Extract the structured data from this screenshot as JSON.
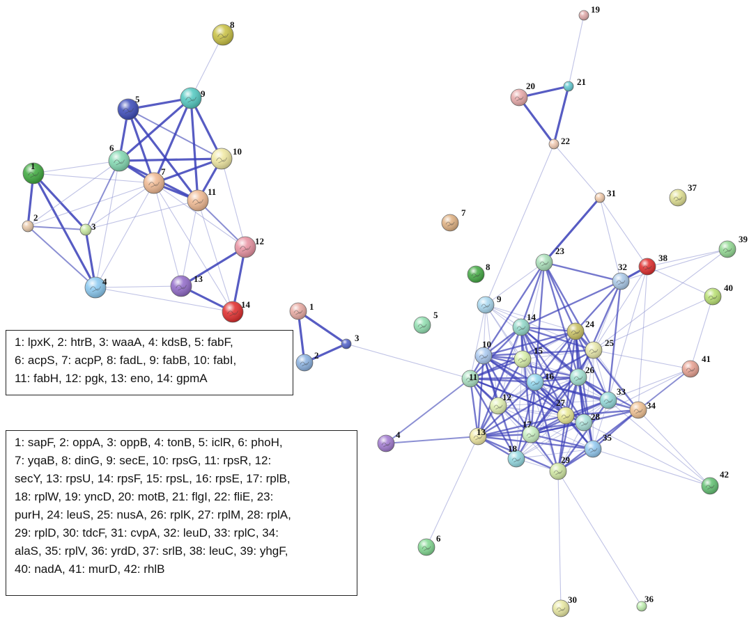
{
  "legend_a": {
    "lines": [
      "1: lpxK, 2: htrB, 3: waaA, 4: kdsB, 5: fabF,",
      "6: acpS, 7: acpP, 8: fadL, 9: fabB, 10: fabI,",
      "11: fabH, 12: pgk, 13: eno, 14: gpmA"
    ]
  },
  "legend_b": {
    "lines": [
      "1: sapF, 2: oppA, 3: oppB, 4: tonB, 5: iclR, 6: phoH,",
      "7: yqaB, 8: dinG, 9: secE, 10: rpsG, 11: rpsR, 12:",
      "secY, 13: rpsU, 14: rpsF, 15: rpsL, 16: rpsE, 17: rplB,",
      "18: rplW, 19: yncD, 20: motB, 21: flgI, 22: fliE, 23:",
      "purH, 24: leuS, 25: nusA, 26: rplK, 27: rplM, 28: rplA,",
      "29: rplD, 30: tdcF, 31: cvpA, 32: leuD, 33: rplC, 34:",
      "alaS,  35: rplV, 36: yrdD, 37: srlB, 38: leuC, 39: yhgF,",
      "40: nadA, 41: murD, 42: rhlB"
    ]
  },
  "network_a": {
    "nodes": [
      {
        "id": "1",
        "color": "#3aa83a"
      },
      {
        "id": "2",
        "color": "#e8c8a8"
      },
      {
        "id": "3",
        "color": "#c8e8a0"
      },
      {
        "id": "4",
        "color": "#88c8f0"
      },
      {
        "id": "5",
        "color": "#3848b8"
      },
      {
        "id": "6",
        "color": "#80d8b0"
      },
      {
        "id": "7",
        "color": "#f0b890"
      },
      {
        "id": "8",
        "color": "#c8c040"
      },
      {
        "id": "9",
        "color": "#50c8c0"
      },
      {
        "id": "10",
        "color": "#f0e8a0"
      },
      {
        "id": "11",
        "color": "#f0b890"
      },
      {
        "id": "12",
        "color": "#e890a0"
      },
      {
        "id": "13",
        "color": "#9068c8"
      },
      {
        "id": "14",
        "color": "#e02828"
      }
    ],
    "edges": [
      [
        "8",
        "9",
        "thin"
      ],
      [
        "5",
        "9",
        "strong"
      ],
      [
        "5",
        "6",
        "strong"
      ],
      [
        "5",
        "7",
        "strong"
      ],
      [
        "5",
        "11",
        "strong"
      ],
      [
        "5",
        "10",
        "medium"
      ],
      [
        "9",
        "6",
        "strong"
      ],
      [
        "9",
        "7",
        "strong"
      ],
      [
        "9",
        "10",
        "strong"
      ],
      [
        "9",
        "11",
        "strong"
      ],
      [
        "6",
        "7",
        "strong"
      ],
      [
        "6",
        "11",
        "strong"
      ],
      [
        "6",
        "10",
        "strong"
      ],
      [
        "7",
        "10",
        "strong"
      ],
      [
        "7",
        "11",
        "strong"
      ],
      [
        "10",
        "11",
        "strong"
      ],
      [
        "1",
        "2",
        "strong"
      ],
      [
        "1",
        "4",
        "strong"
      ],
      [
        "1",
        "3",
        "strong"
      ],
      [
        "1",
        "6",
        "thin"
      ],
      [
        "1",
        "7",
        "thin"
      ],
      [
        "2",
        "3",
        "medium"
      ],
      [
        "2",
        "4",
        "medium"
      ],
      [
        "2",
        "6",
        "thin"
      ],
      [
        "2",
        "7",
        "thin"
      ],
      [
        "3",
        "4",
        "strong"
      ],
      [
        "3",
        "6",
        "medium"
      ],
      [
        "3",
        "7",
        "thin"
      ],
      [
        "3",
        "11",
        "thin"
      ],
      [
        "4",
        "6",
        "thin"
      ],
      [
        "4",
        "7",
        "thin"
      ],
      [
        "4",
        "13",
        "thin"
      ],
      [
        "4",
        "14",
        "thin"
      ],
      [
        "7",
        "13",
        "thin"
      ],
      [
        "7",
        "12",
        "thin"
      ],
      [
        "7",
        "14",
        "thin"
      ],
      [
        "11",
        "12",
        "medium"
      ],
      [
        "11",
        "13",
        "thin"
      ],
      [
        "11",
        "14",
        "thin"
      ],
      [
        "10",
        "12",
        "thin"
      ],
      [
        "12",
        "13",
        "strong"
      ],
      [
        "12",
        "14",
        "strong"
      ],
      [
        "13",
        "14",
        "strong"
      ]
    ]
  },
  "network_b": {
    "nodes": [
      {
        "id": "1",
        "color": "#e8a8a0"
      },
      {
        "id": "2",
        "color": "#88b0e0"
      },
      {
        "id": "3",
        "color": "#5060c8"
      },
      {
        "id": "4",
        "color": "#a078d0"
      },
      {
        "id": "5",
        "color": "#90e0b0"
      },
      {
        "id": "6",
        "color": "#80d890"
      },
      {
        "id": "7",
        "color": "#e0b080"
      },
      {
        "id": "8",
        "color": "#40a840"
      },
      {
        "id": "9",
        "color": "#a8d8f0"
      },
      {
        "id": "10",
        "color": "#a8c8f0"
      },
      {
        "id": "11",
        "color": "#a8e0c0"
      },
      {
        "id": "12",
        "color": "#e0f0b0"
      },
      {
        "id": "13",
        "color": "#f0e8a0"
      },
      {
        "id": "14",
        "color": "#90d8c8"
      },
      {
        "id": "15",
        "color": "#d8f0a8"
      },
      {
        "id": "16",
        "color": "#90d8f0"
      },
      {
        "id": "17",
        "color": "#c8f0c0"
      },
      {
        "id": "18",
        "color": "#90d8e0"
      },
      {
        "id": "19",
        "color": "#e0a8a8"
      },
      {
        "id": "20",
        "color": "#e8a8a8"
      },
      {
        "id": "21",
        "color": "#60c8d0"
      },
      {
        "id": "22",
        "color": "#f0c8b0"
      },
      {
        "id": "23",
        "color": "#a8e0b8"
      },
      {
        "id": "24",
        "color": "#c8c060"
      },
      {
        "id": "25",
        "color": "#e8e8a8"
      },
      {
        "id": "26",
        "color": "#a0e0d0"
      },
      {
        "id": "27",
        "color": "#e8e890"
      },
      {
        "id": "28",
        "color": "#a8e0d8"
      },
      {
        "id": "29",
        "color": "#d0e8a0"
      },
      {
        "id": "30",
        "color": "#e8e8a0"
      },
      {
        "id": "31",
        "color": "#f0c8a8"
      },
      {
        "id": "32",
        "color": "#a8c8e8"
      },
      {
        "id": "33",
        "color": "#90d8d8"
      },
      {
        "id": "34",
        "color": "#f0c090"
      },
      {
        "id": "35",
        "color": "#90c8f0"
      },
      {
        "id": "36",
        "color": "#c0f0b0"
      },
      {
        "id": "37",
        "color": "#e0e090"
      },
      {
        "id": "38",
        "color": "#e02828"
      },
      {
        "id": "39",
        "color": "#90d890"
      },
      {
        "id": "40",
        "color": "#b8e070"
      },
      {
        "id": "41",
        "color": "#e8a090"
      },
      {
        "id": "42",
        "color": "#60c070"
      }
    ],
    "edges": [
      [
        "1",
        "2",
        "strong"
      ],
      [
        "1",
        "3",
        "strong"
      ],
      [
        "2",
        "3",
        "strong"
      ],
      [
        "3",
        "11",
        "thin"
      ],
      [
        "19",
        "21",
        "thin"
      ],
      [
        "20",
        "21",
        "strong"
      ],
      [
        "20",
        "22",
        "strong"
      ],
      [
        "21",
        "22",
        "strong"
      ],
      [
        "22",
        "31",
        "thin"
      ],
      [
        "22",
        "9",
        "thin"
      ],
      [
        "31",
        "23",
        "strong"
      ],
      [
        "31",
        "32",
        "thin"
      ],
      [
        "31",
        "38",
        "thin"
      ],
      [
        "4",
        "13",
        "medium"
      ],
      [
        "4",
        "11",
        "medium"
      ],
      [
        "6",
        "13",
        "thin"
      ],
      [
        "30",
        "29",
        "thin"
      ],
      [
        "36",
        "29",
        "thin"
      ],
      [
        "38",
        "39",
        "thin"
      ],
      [
        "38",
        "40",
        "thin"
      ],
      [
        "38",
        "32",
        "strong"
      ],
      [
        "39",
        "32",
        "thin"
      ],
      [
        "40",
        "41",
        "thin"
      ],
      [
        "41",
        "34",
        "medium"
      ],
      [
        "41",
        "33",
        "thin"
      ],
      [
        "41",
        "25",
        "thin"
      ],
      [
        "41",
        "28",
        "thin"
      ],
      [
        "42",
        "34",
        "thin"
      ],
      [
        "42",
        "33",
        "thin"
      ],
      [
        "42",
        "35",
        "thin"
      ],
      [
        "42",
        "28",
        "thin"
      ],
      [
        "39",
        "25",
        "thin"
      ],
      [
        "40",
        "25",
        "thin"
      ],
      [
        "38",
        "25",
        "thin"
      ],
      [
        "38",
        "34",
        "thin"
      ],
      [
        "38",
        "33",
        "thin"
      ]
    ]
  }
}
